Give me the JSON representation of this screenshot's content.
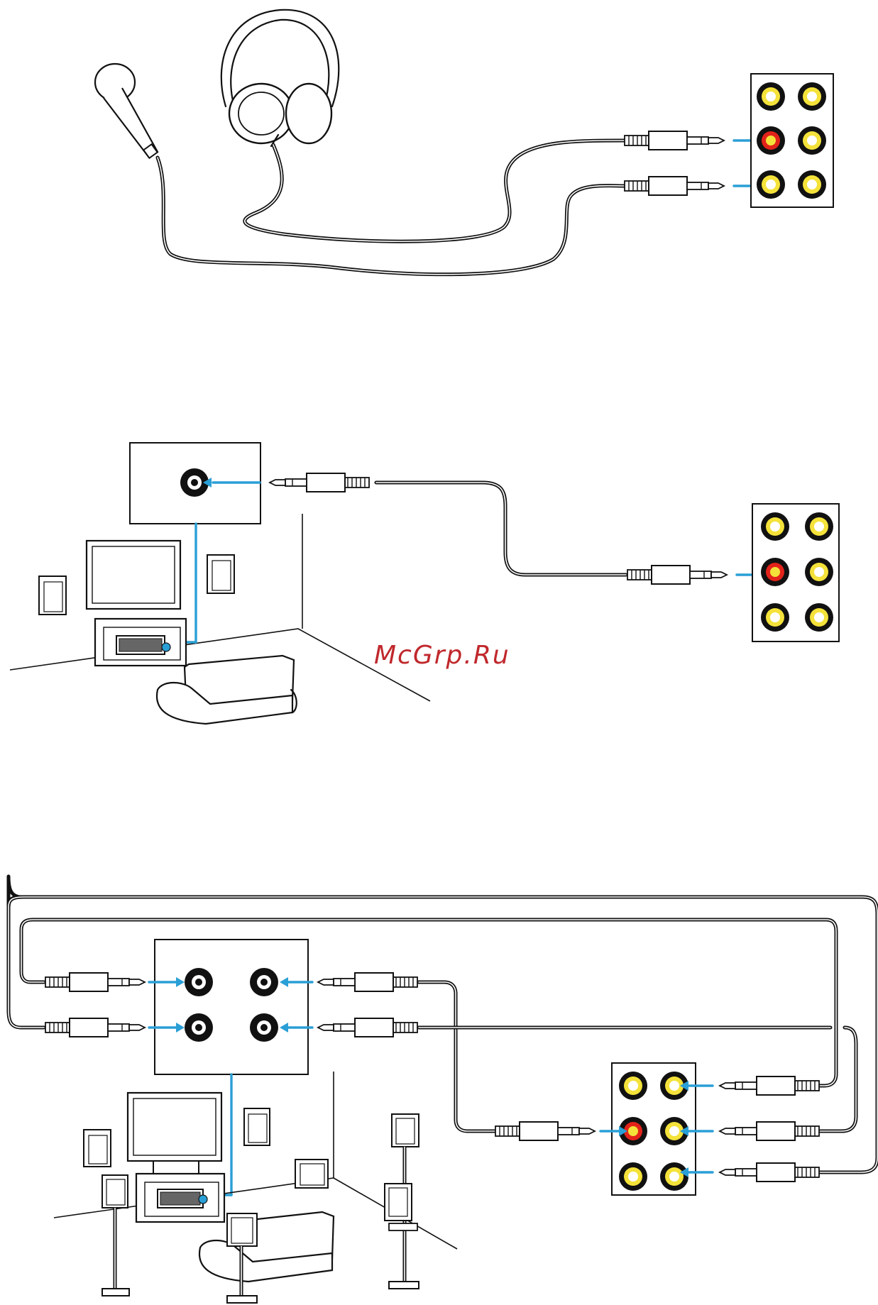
{
  "watermark": {
    "text": "McGrp.Ru"
  },
  "colors": {
    "accent_blue": "#2a9fd6",
    "jack_red": "#e2231a",
    "jack_yellow": "#f4e23a",
    "jack_ring": "#111111",
    "watermark_red": "#c0282c"
  },
  "icons": {
    "microphone": "microphone-icon",
    "headphones": "headphones-icon",
    "plug": "audio-plug-icon",
    "tv": "tv-icon",
    "speaker": "speaker-icon",
    "sofa": "sofa-icon",
    "amplifier": "amplifier-icon"
  },
  "panels": {
    "top": {
      "jacks": [
        "yellow",
        "yellow",
        "red",
        "yellow",
        "yellow",
        "yellow"
      ]
    },
    "middle": {
      "jacks": [
        "yellow",
        "yellow",
        "red",
        "yellow",
        "yellow",
        "yellow"
      ]
    },
    "bottom": {
      "jacks": [
        "yellow",
        "yellow",
        "red",
        "yellow",
        "yellow",
        "yellow"
      ]
    }
  }
}
